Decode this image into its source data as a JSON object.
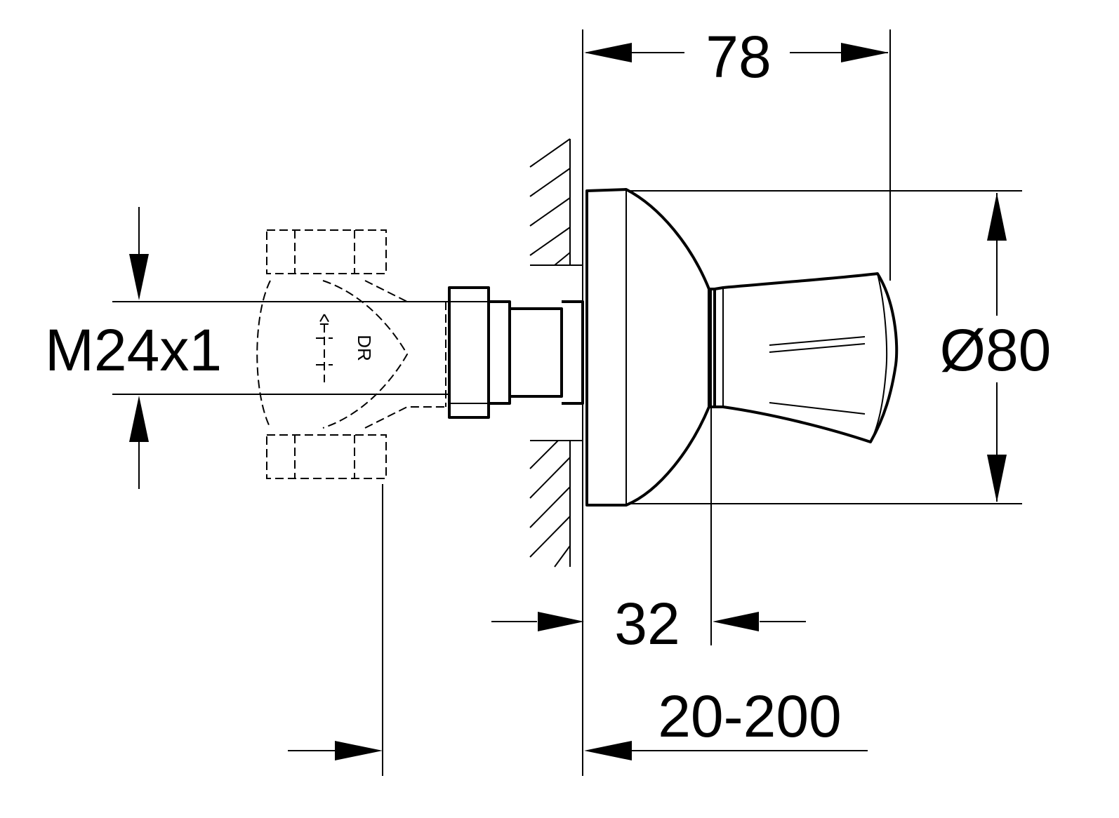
{
  "dimensions": {
    "projection": "78",
    "diameter": "Ø80",
    "thread": "M24x1",
    "rosette_depth": "32",
    "wall_thickness": "20-200"
  },
  "valve_body": {
    "marking": "DR"
  },
  "colors": {
    "line": "#000000",
    "background": "#ffffff"
  }
}
